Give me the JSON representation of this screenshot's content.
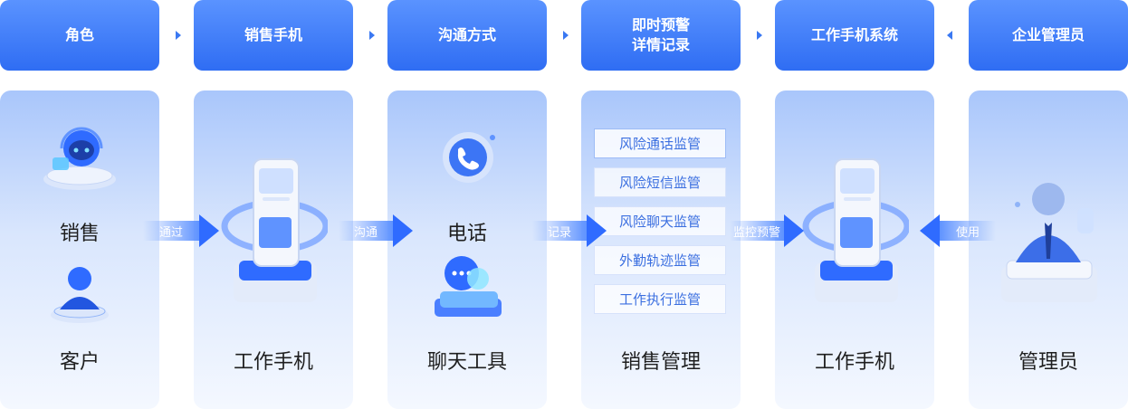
{
  "headers": [
    "角色",
    "销售手机",
    "沟通方式",
    [
      "即时预警",
      "详情记录"
    ],
    "工作手机系统",
    "企业管理员"
  ],
  "columns": {
    "role": {
      "top_label": "销售",
      "bottom_label": "客户"
    },
    "sales_phone": {
      "label": "工作手机"
    },
    "communication": {
      "top_label": "电话",
      "bottom_label": "聊天工具"
    },
    "records": {
      "label": "销售管理",
      "items": [
        "风险通话监管",
        "风险短信监管",
        "风险聊天监管",
        "外勤轨迹监管",
        "工作执行监管"
      ]
    },
    "system": {
      "label": "工作手机"
    },
    "admin": {
      "label": "管理员"
    }
  },
  "flows": [
    "通过",
    "沟通",
    "记录",
    "监控预警",
    "使用"
  ],
  "colors": {
    "primary": "#2f6df3",
    "header_light": "#5a93ff",
    "text": "#1f1f1f",
    "monitor_text": "#3b6fe0"
  },
  "icons": [
    "headset-robot-icon",
    "customer-icon",
    "smartphone-icon",
    "phone-call-icon",
    "chat-bubble-icon",
    "admin-person-icon"
  ]
}
